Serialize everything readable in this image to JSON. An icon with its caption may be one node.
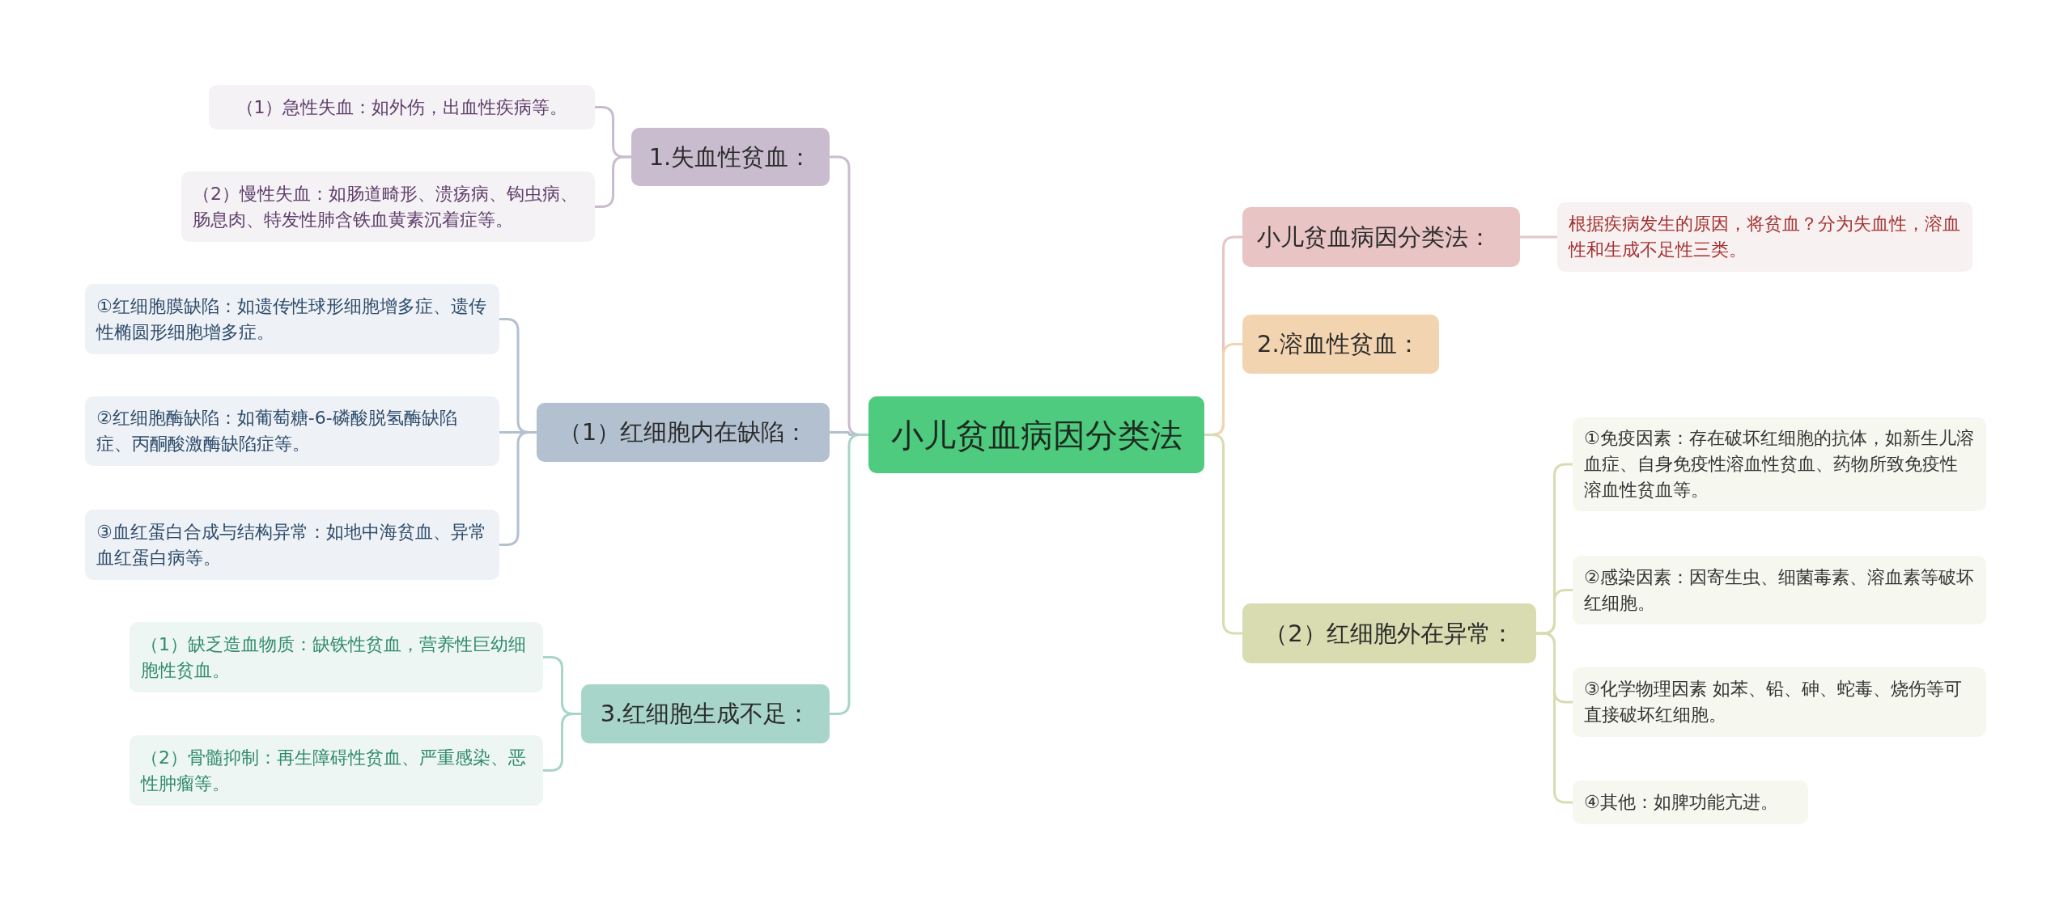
{
  "diagram": {
    "nodes": [
      {
        "text": [
          "小儿贫血病因分类法"
        ]
      },
      {
        "text": [
          "1.失血性贫血："
        ]
      },
      {
        "text": [
          "（1）急性失血：如外伤，出血性疾病等。"
        ]
      },
      {
        "text": [
          "（2）慢性失血：如肠道畸形、溃疡病、钩虫病、肠息肉、特发性肺含铁血黄素沉着症等。"
        ]
      },
      {
        "text": [
          "（1）红细胞内在缺陷："
        ]
      },
      {
        "text": [
          "①红细胞膜缺陷：如遗传性球形细胞增多症、遗传性椭圆形细胞增多症。"
        ]
      },
      {
        "text": [
          "②红细胞酶缺陷：如葡萄糖-6-磷酸脱氢酶缺陷症、丙酮酸激酶缺陷症等。"
        ]
      },
      {
        "text": [
          "③血红蛋白合成与结构异常：如地中海贫血、异常血红蛋白病等。"
        ]
      },
      {
        "text": [
          "3.红细胞生成不足："
        ]
      },
      {
        "text": [
          "（1）缺乏造血物质：缺铁性贫血，营养性巨幼细胞性贫血。"
        ]
      },
      {
        "text": [
          "（2）骨髓抑制：再生障碍性贫血、严重感染、恶性肿瘤等。"
        ]
      },
      {
        "text": [
          "小儿贫血病因分类法："
        ]
      },
      {
        "text": [
          "根据疾病发生的原因，将贫血？分为失血性，溶血性和生成不足性三类。"
        ]
      },
      {
        "text": [
          "2.溶血性贫血："
        ]
      },
      {
        "text": [
          "（2）红细胞外在异常："
        ]
      },
      {
        "text": [
          "①免疫因素：存在破坏红细胞的抗体，如新生儿溶血症、自身免疫性溶血性贫血、药物所致免疫性溶血性贫血等。"
        ]
      },
      {
        "text": [
          "②感染因素：因寄生虫、细菌毒素、溶血素等破坏红细胞。"
        ]
      },
      {
        "text": [
          "③化学物理因素 如苯、铅、砷、蛇毒、烧伤等可直接破坏红细胞。"
        ]
      },
      {
        "text": [
          "④其他：如脾功能亢进。"
        ]
      }
    ],
    "edges": [
      {
        "from": 0,
        "to": 1,
        "arrow": "none",
        "color": "#c9bccf"
      },
      {
        "from": 1,
        "to": 2,
        "arrow": "none",
        "color": "#c9bccf"
      },
      {
        "from": 1,
        "to": 3,
        "arrow": "none",
        "color": "#c9bccf"
      },
      {
        "from": 0,
        "to": 4,
        "arrow": "none",
        "color": "#b2c0d0"
      },
      {
        "from": 4,
        "to": 5,
        "arrow": "none",
        "color": "#b2c0d0"
      },
      {
        "from": 4,
        "to": 6,
        "arrow": "none",
        "color": "#b2c0d0"
      },
      {
        "from": 4,
        "to": 7,
        "arrow": "none",
        "color": "#b2c0d0"
      },
      {
        "from": 0,
        "to": 8,
        "arrow": "none",
        "color": "#a8d5c9"
      },
      {
        "from": 8,
        "to": 9,
        "arrow": "none",
        "color": "#a8d5c9"
      },
      {
        "from": 8,
        "to": 10,
        "arrow": "none",
        "color": "#a8d5c9"
      },
      {
        "from": 0,
        "to": 11,
        "arrow": "none",
        "color": "#e8c4c4"
      },
      {
        "from": 11,
        "to": 12,
        "arrow": "none",
        "color": "#e8c4c4"
      },
      {
        "from": 0,
        "to": 13,
        "arrow": "none",
        "color": "#f3d4b0"
      },
      {
        "from": 0,
        "to": 14,
        "arrow": "none",
        "color": "#d9dcb0"
      },
      {
        "from": 14,
        "to": 15,
        "arrow": "none",
        "color": "#d9dcb0"
      },
      {
        "from": 14,
        "to": 16,
        "arrow": "none",
        "color": "#d9dcb0"
      },
      {
        "from": 14,
        "to": 17,
        "arrow": "none",
        "color": "#d9dcb0"
      },
      {
        "from": 14,
        "to": 18,
        "arrow": "none",
        "color": "#d9dcb0"
      }
    ]
  }
}
